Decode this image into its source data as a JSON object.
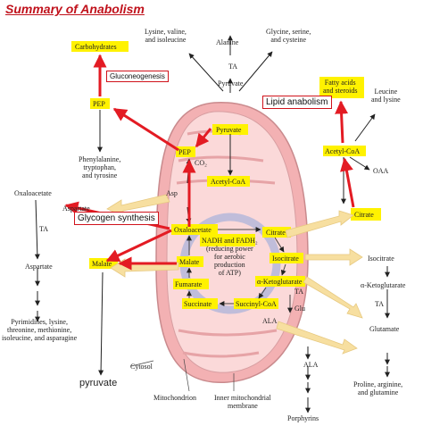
{
  "title": "Summary of Anabolism",
  "labels": {
    "lys_val_ile": "Lysine, valine,\nand isoleucine",
    "alanine": "Alanine",
    "gly_ser_cys": "Glycine, serine,\nand cysteine",
    "carbohydrates": "Carbohydrates",
    "gluconeogenesis": "Gluconeogenesis",
    "ta_top": "TA",
    "pyruvate_top": "Pyruvate",
    "lipid_anabolism": "Lipid anabolism",
    "fatty_acids": "Fatty acids\nand steroids",
    "leucine_lysine": "Leucine\nand lysine",
    "pep_left": "PEP",
    "phe_trp_tyr": "Phenylalanine,\ntryptophan,\nand tyrosine",
    "pep_inner": "PEP",
    "co2": "CO₂",
    "pyruvate_inner": "Pyruvate",
    "acetyl_coa_outer": "Acetyl-CoA",
    "oaa": "OAA",
    "oxaloacetate_left": "Oxaloacetate",
    "aspartate_left": "Aspartate",
    "asp": "Asp",
    "acetyl_coa_inner": "Acetyl-CoA",
    "glycogen_synthesis": "Glycogen synthesis",
    "citrate_outer": "Citrate",
    "ta_left": "TA",
    "oxaloacetate_inner": "Oxaloacetate",
    "nadh": "NADH and FADH₂\n(reducing power\nfor aerobic\nproduction\nof ATP)",
    "citrate_inner": "Citrate",
    "malate_left": "Malate",
    "malate_inner": "Malate",
    "isocitrate_inner": "Isocitrate",
    "isocitrate_outer": "Isocitrate",
    "aspartate_left2": "Aspartate",
    "fumarate": "Fumarate",
    "akg_inner": "α-Ketoglutarate",
    "akg_outer": "α-Ketoglutarate",
    "ta_inner": "TA",
    "succinate": "Succinate",
    "succinyl_coa": "Succinyl-CoA",
    "glu": "Glu",
    "ala_inner": "ALA",
    "pyrimidines": "Pyrimidines, lysine,\nthreonine, methionine,\nisoleucine, and asparagine",
    "ta_right": "TA",
    "glutamate": "Glutamate",
    "pyruvate_bottom": "pyruvate",
    "cytosol": "Cytosol",
    "ala_outer": "ALA",
    "proline_arg_gln": "Proline, arginine,\nand glutamine",
    "mitochondrion": "Mitochondrion",
    "inner_membrane": "Inner mitochondrial\nmembrane",
    "porphyrins": "Porphyrins"
  },
  "colors": {
    "highlight": "#fff200",
    "red_arrow": "#e31b23",
    "title": "#c0111b",
    "mito_outer": "#f3b1b3",
    "mito_inner": "#fbd9d9",
    "tan_arrow": "#f7dfa0"
  }
}
